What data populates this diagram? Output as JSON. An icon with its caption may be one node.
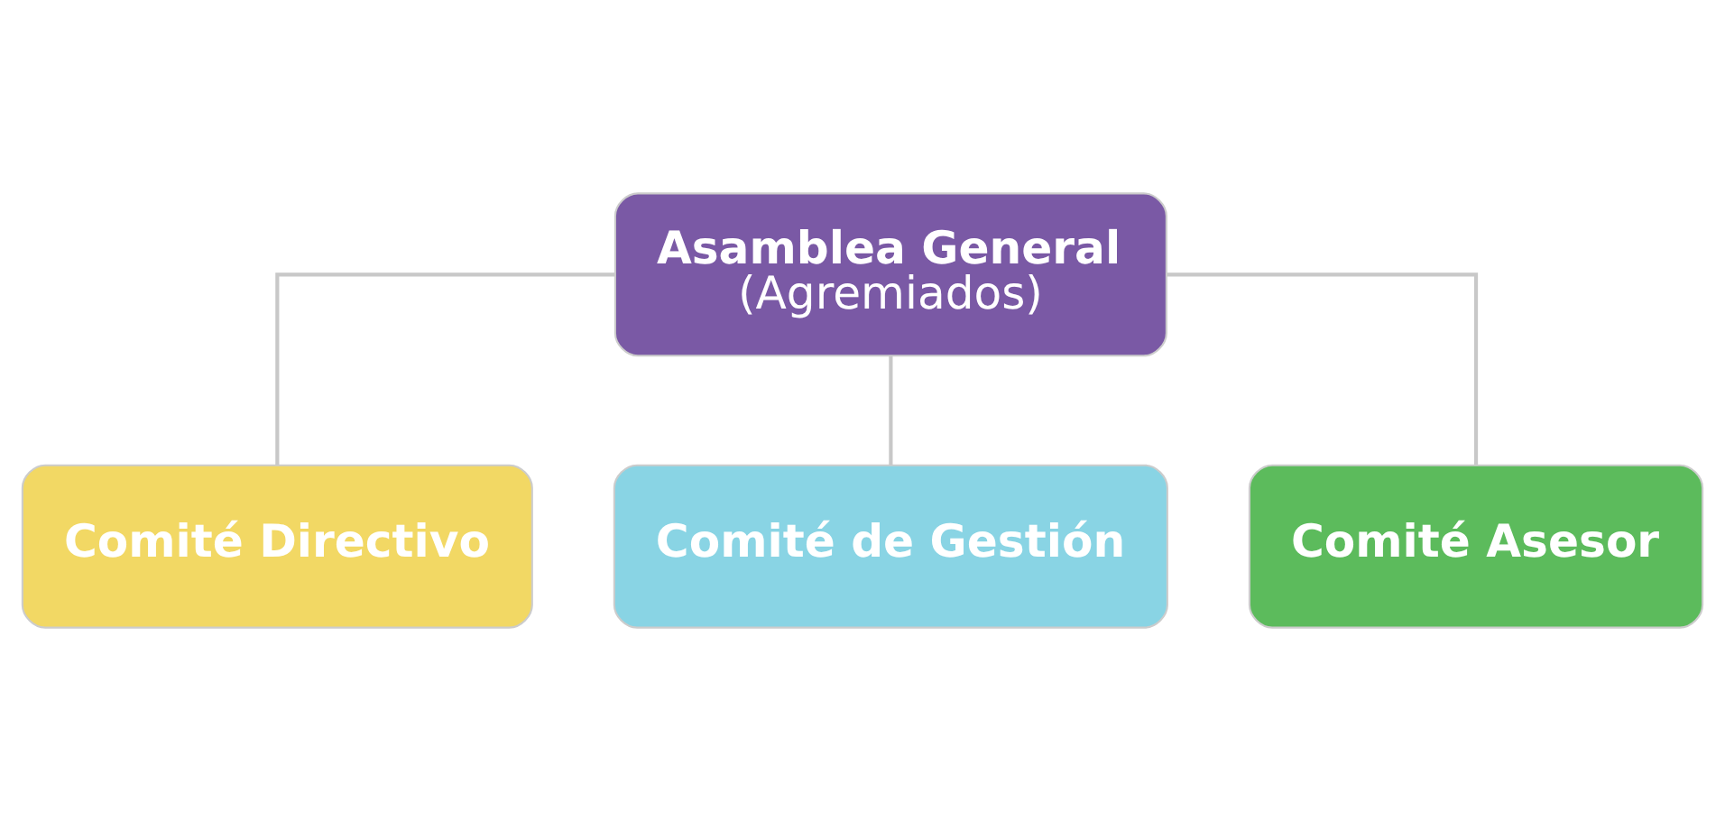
{
  "diagram": {
    "nodes": [
      {
        "text": [
          "Asamblea General",
          "(Agremiados)"
        ]
      },
      {
        "text": [
          "Comité Directivo"
        ]
      },
      {
        "text": [
          "Comité de Gestión"
        ]
      },
      {
        "text": [
          "Comité Asesor"
        ]
      }
    ],
    "edges": [
      {
        "from": 0,
        "to": 1,
        "arrow": "none"
      },
      {
        "from": 0,
        "to": 2,
        "arrow": "none"
      },
      {
        "from": 0,
        "to": 3,
        "arrow": "none"
      }
    ]
  }
}
